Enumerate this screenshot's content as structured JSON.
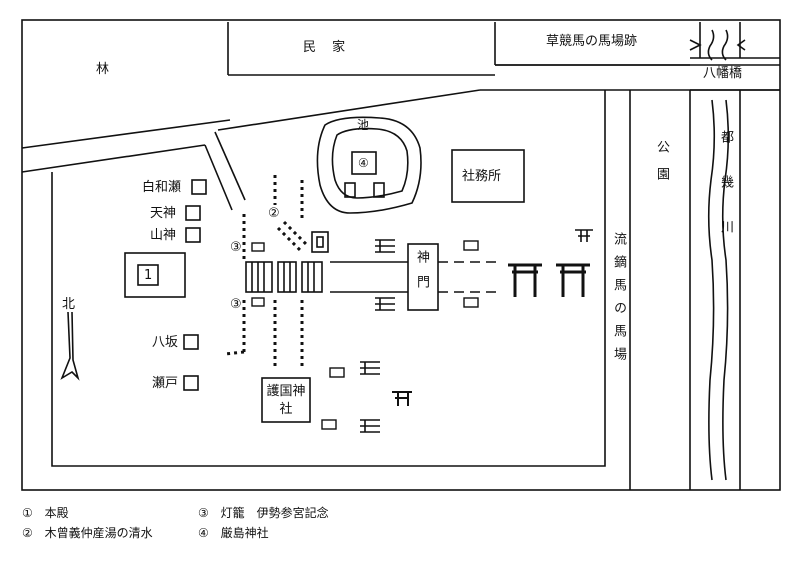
{
  "map_labels": {
    "forest": "林",
    "houses": "民 家",
    "racetrack_ruins": "草競馬の馬場跡",
    "hachiman_bridge": "八幡橋",
    "pond": "池",
    "office": "社務所",
    "park": "公園",
    "river": "都幾川",
    "yabusame_ground": "流鏑馬の馬場",
    "shinmon": "神門",
    "gokoku": "護国神社",
    "north": "北",
    "main_hall_num": "1",
    "pond_shrine_num": "④",
    "spring_num": "②",
    "lantern_num": "③",
    "shrines": {
      "shirawase": "白和瀬",
      "tenjin": "天神",
      "yamagami": "山神",
      "yasaka": "八坂",
      "seto": "瀬戸"
    }
  },
  "legend": [
    {
      "num": "①",
      "text": "本殿"
    },
    {
      "num": "②",
      "text": "木曾義仲産湯の清水"
    },
    {
      "num": "③",
      "text": "灯籠　伊勢参宮記念"
    },
    {
      "num": "④",
      "text": "厳島神社"
    }
  ]
}
